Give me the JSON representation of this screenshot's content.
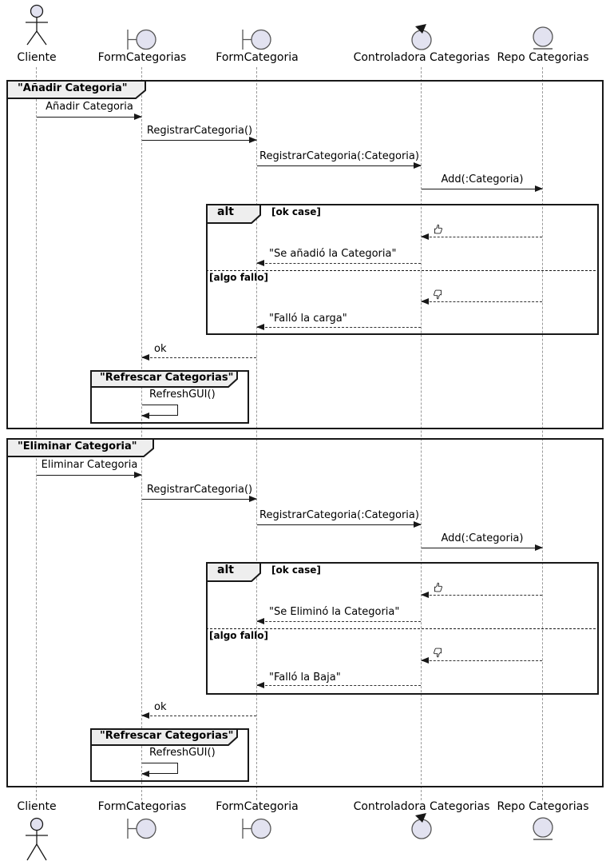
{
  "participants": [
    {
      "name": "Cliente",
      "type": "actor"
    },
    {
      "name": "FormCategorias",
      "type": "boundary"
    },
    {
      "name": "FormCategoria",
      "type": "boundary"
    },
    {
      "name": "Controladora Categorias",
      "type": "control"
    },
    {
      "name": "Repo Categorias",
      "type": "entity"
    }
  ],
  "fragments": [
    {
      "title": "\"Añadir Categoria\"",
      "messages": {
        "m1": "Añadir Categoria",
        "m2": "RegistrarCategoria()",
        "m3": "RegistrarCategoria(:Categoria)",
        "m4": "Add(:Categoria)",
        "ok_return": "ok"
      },
      "alt": {
        "operator": "alt",
        "guard_ok": "[ok case]",
        "guard_fail": "[algo fallo]",
        "ok_icon": "thumbs-up",
        "ok_reply": "\"Se añadió la Categoria\"",
        "fail_icon": "thumbs-down",
        "fail_reply": "\"Falló la carga\""
      },
      "refresh": {
        "title": "\"Refrescar Categorias\"",
        "message": "RefreshGUI()"
      }
    },
    {
      "title": "\"Eliminar Categoria\"",
      "messages": {
        "m1": "Eliminar Categoria",
        "m2": "RegistrarCategoria()",
        "m3": "RegistrarCategoria(:Categoria)",
        "m4": "Add(:Categoria)",
        "ok_return": "ok"
      },
      "alt": {
        "operator": "alt",
        "guard_ok": "[ok case]",
        "guard_fail": "[algo fallo]",
        "ok_icon": "thumbs-up",
        "ok_reply": "\"Se Eliminó la Categoria\"",
        "fail_icon": "thumbs-down",
        "fail_reply": "\"Falló la Baja\""
      },
      "refresh": {
        "title": "\"Refrescar Categorias\"",
        "message": "RefreshGUI()"
      }
    }
  ],
  "colors": {
    "participant_fill": "#E2E2F0",
    "fragment_header_fill": "#EEEEEE",
    "line": "#181818",
    "lifeline": "#999999"
  }
}
